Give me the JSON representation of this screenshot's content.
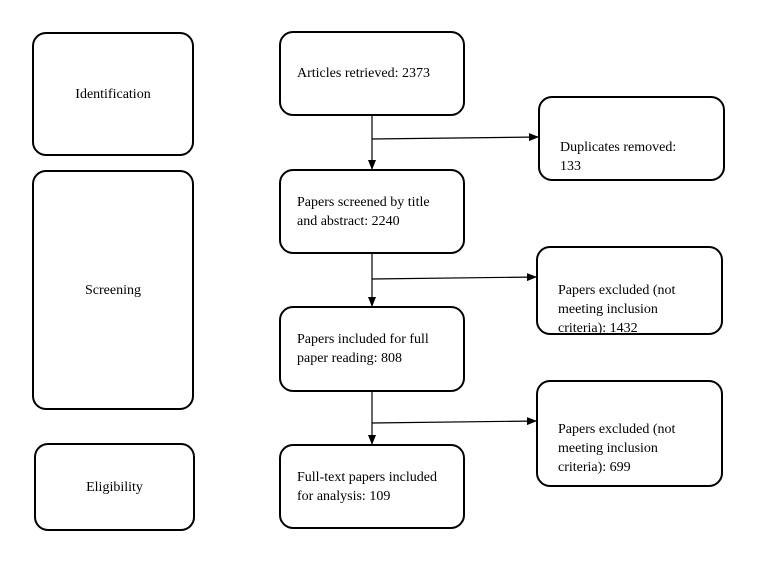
{
  "stages": {
    "identification": "Identification",
    "screening": "Screening",
    "eligibility": "Eligibility"
  },
  "flow": {
    "retrieved": "Articles retrieved: 2373",
    "screened": "Papers screened by title\nand abstract: 2240",
    "full_reading": "Papers included for full\npaper reading: 808",
    "analysis": "Full-text papers included\nfor analysis: 109"
  },
  "exclusions": {
    "duplicates": "Duplicates removed:\n133",
    "excluded_criteria_1": "Papers excluded (not\nmeeting inclusion\ncriteria): 1432",
    "excluded_criteria_2": "Papers excluded (not\nmeeting inclusion\ncriteria): 699"
  }
}
